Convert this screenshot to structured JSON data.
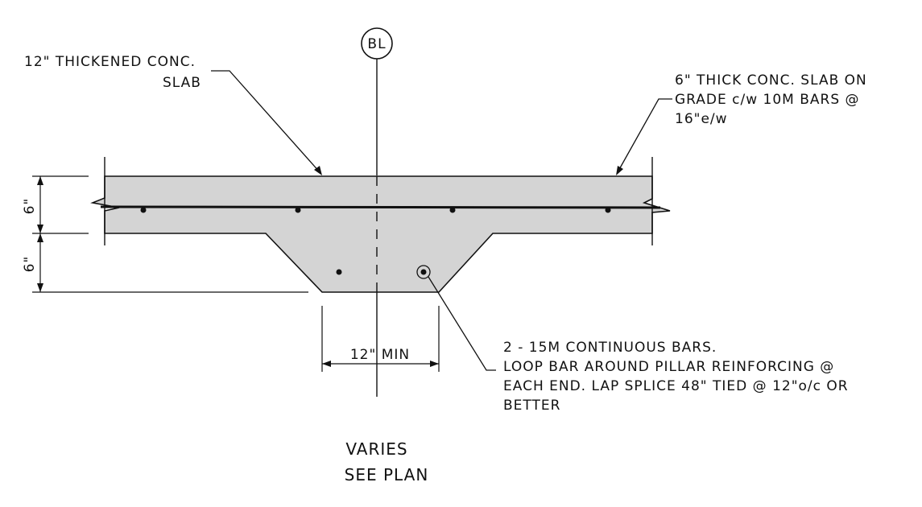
{
  "diagram": {
    "gridline_tag": "BL",
    "dimensions": {
      "slab_thickness": "6\"",
      "thickened_depth": "6\"",
      "min_width": "12\" MIN"
    },
    "labels": {
      "thickened_slab": [
        "12\" THICKENED CONC.",
        "SLAB"
      ],
      "slab_on_grade": [
        "6\" THICK CONC. SLAB ON",
        "GRADE c/w 10M BARS @",
        "16\"e/w"
      ],
      "continuous_bars": [
        "2 - 15M CONTINUOUS BARS.",
        "LOOP BAR AROUND PILLAR REINFORCING @",
        "EACH END. LAP SPLICE 48\" TIED @ 12\"o/c OR",
        "BETTER"
      ],
      "varies": [
        "VARIES",
        "SEE PLAN"
      ]
    },
    "colors": {
      "concrete_fill": "#d4d4d4",
      "line": "#111111"
    }
  }
}
